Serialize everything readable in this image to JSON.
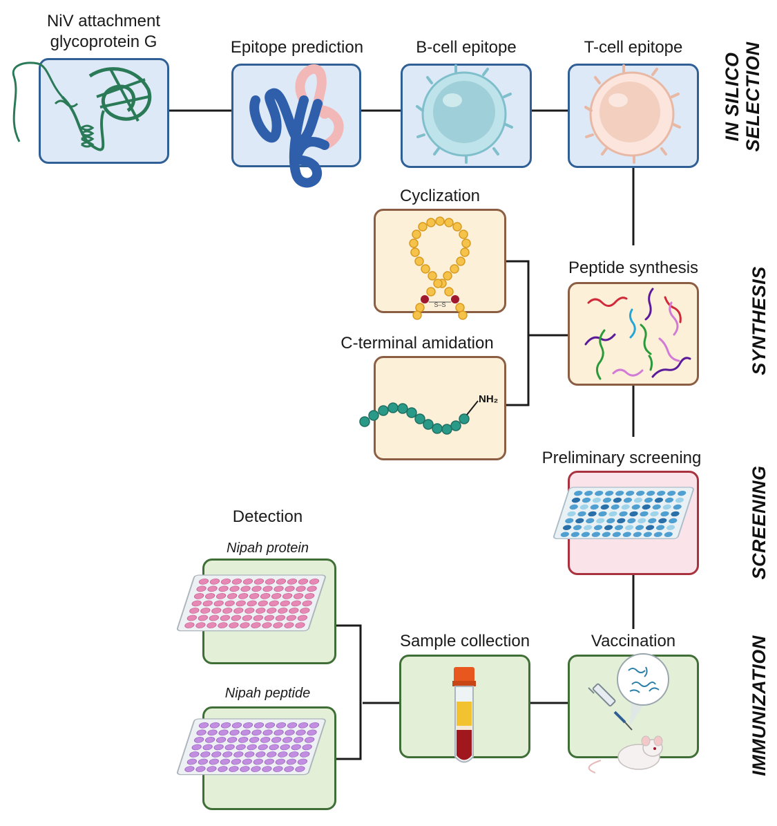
{
  "labels": {
    "niv_line1": "NiV attachment",
    "niv_line2": "glycoprotein G",
    "epitope_prediction": "Epitope prediction",
    "bcell": "B-cell epitope",
    "tcell": "T-cell epitope",
    "cyclization": "Cyclization",
    "peptide_synthesis": "Peptide synthesis",
    "amidation": "C-terminal amidation",
    "nh2": "NH₂",
    "disulfide": "S–S",
    "preliminary_screening": "Preliminary screening",
    "detection": "Detection",
    "nipah_protein": "Nipah protein",
    "nipah_peptide": "Nipah peptide",
    "sample_collection": "Sample collection",
    "vaccination": "Vaccination"
  },
  "stages": {
    "in_silico_line1": "IN SILICO",
    "in_silico_line2": "SELECTION",
    "synthesis": "SYNTHESIS",
    "screening": "SCREENING",
    "immunization": "IMMUNIZATION"
  },
  "colors": {
    "in_silico_box": "#dde9f6",
    "synthesis_box": "#fcf0d8",
    "screening_box": "#fbe3ea",
    "immunization_box": "#e3efd7",
    "connector": "#1a1a1a"
  }
}
